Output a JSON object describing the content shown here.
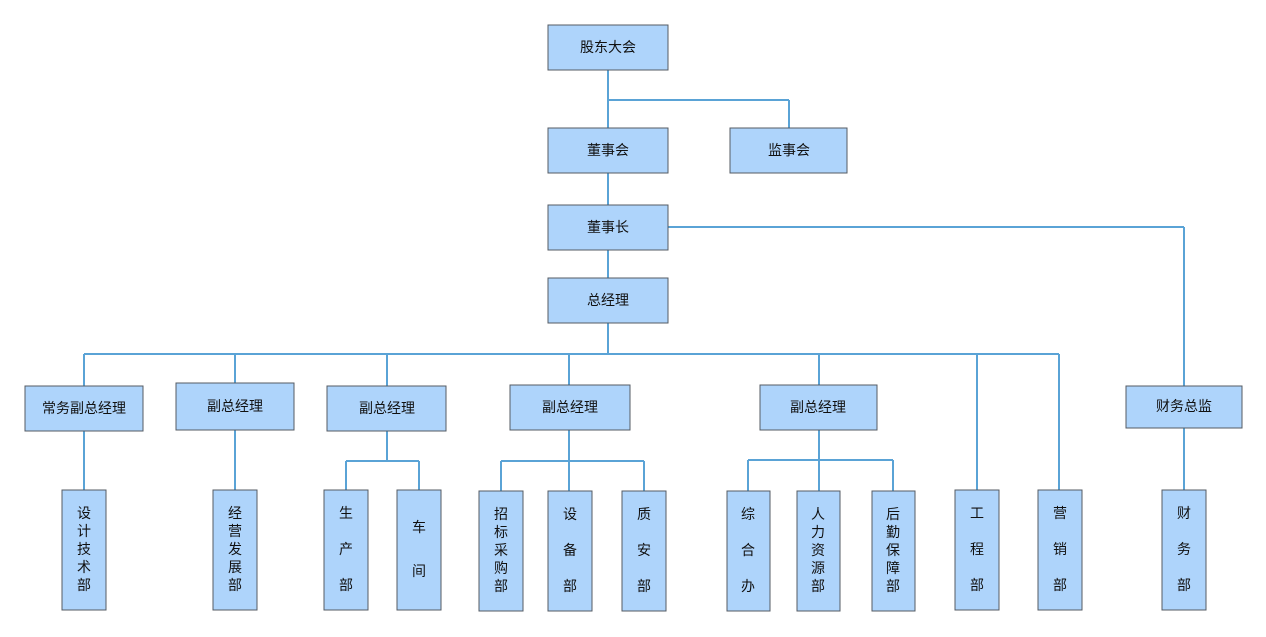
{
  "nodes": {
    "shareholders": "股东大会",
    "board": "董事会",
    "supervisory": "监事会",
    "chairman": "董事长",
    "gm": "总经理",
    "evp": "常务副总经理",
    "vp1": "副总经理",
    "vp2": "副总经理",
    "vp3": "副总经理",
    "vp4": "副总经理",
    "cfo": "财务总监",
    "d_design": "设计技术部",
    "d_bizdev": "经营发展部",
    "d_production": "生产部",
    "d_workshop": "车间",
    "d_procurement": "招标采购部",
    "d_equipment": "设备部",
    "d_quality": "质安部",
    "d_office": "综合办",
    "d_hr": "人力资源部",
    "d_logistics": "后勤保障部",
    "d_engineering": "工程部",
    "d_marketing": "营销部",
    "d_finance": "财务部"
  }
}
